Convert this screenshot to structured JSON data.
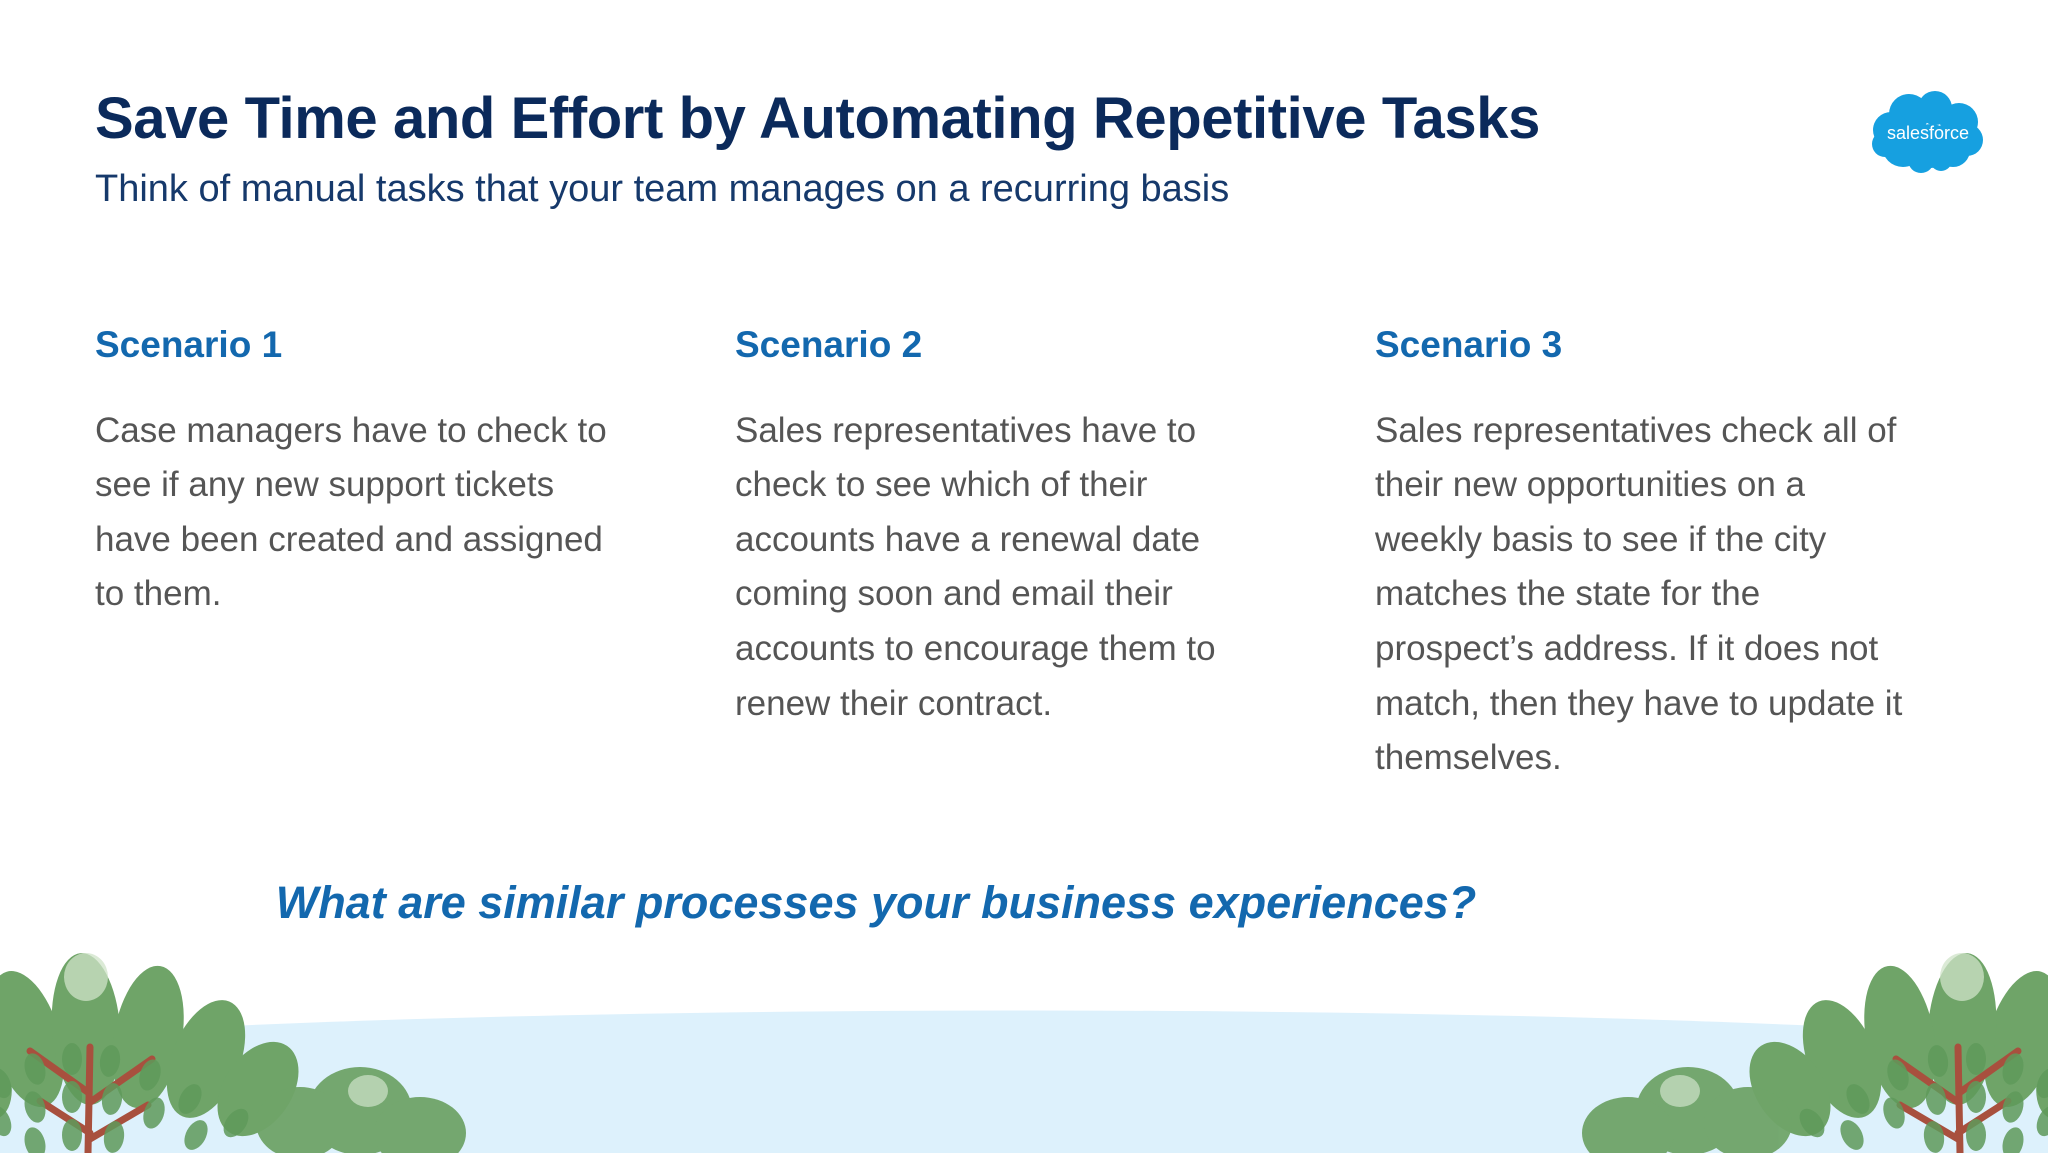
{
  "header": {
    "title": "Save Time and Effort by Automating Repetitive Tasks",
    "subtitle": "Think of manual tasks that your team manages on a recurring basis"
  },
  "brand": {
    "name": "salesforce",
    "logo_icon": "salesforce-cloud-icon",
    "color": "#16a0e0"
  },
  "columns": [
    {
      "heading": "Scenario 1",
      "body": "Case managers have to check to see if any new support tickets have been created and assigned to them."
    },
    {
      "heading": "Scenario 2",
      "body": "Sales representatives have to check to see which of their accounts have a renewal date coming soon and email their accounts to encourage them to renew their contract."
    },
    {
      "heading": "Scenario 3",
      "body": "Sales representatives check all of their new opportunities on a weekly basis to see if the city matches the state for the prospect’s address. If it does not match, then they have to update it themselves."
    }
  ],
  "closing": {
    "question": "What are similar processes your business experiences?"
  },
  "theme": {
    "title_color": "#0b2a5b",
    "subtitle_color": "#16396b",
    "heading_color": "#1368ae",
    "body_color": "#555555",
    "accent_color": "#1368ae",
    "background": "#ffffff",
    "band_color": "#ddf1fc",
    "foliage_green": "#66a361",
    "foliage_branch": "#a34f3f"
  }
}
